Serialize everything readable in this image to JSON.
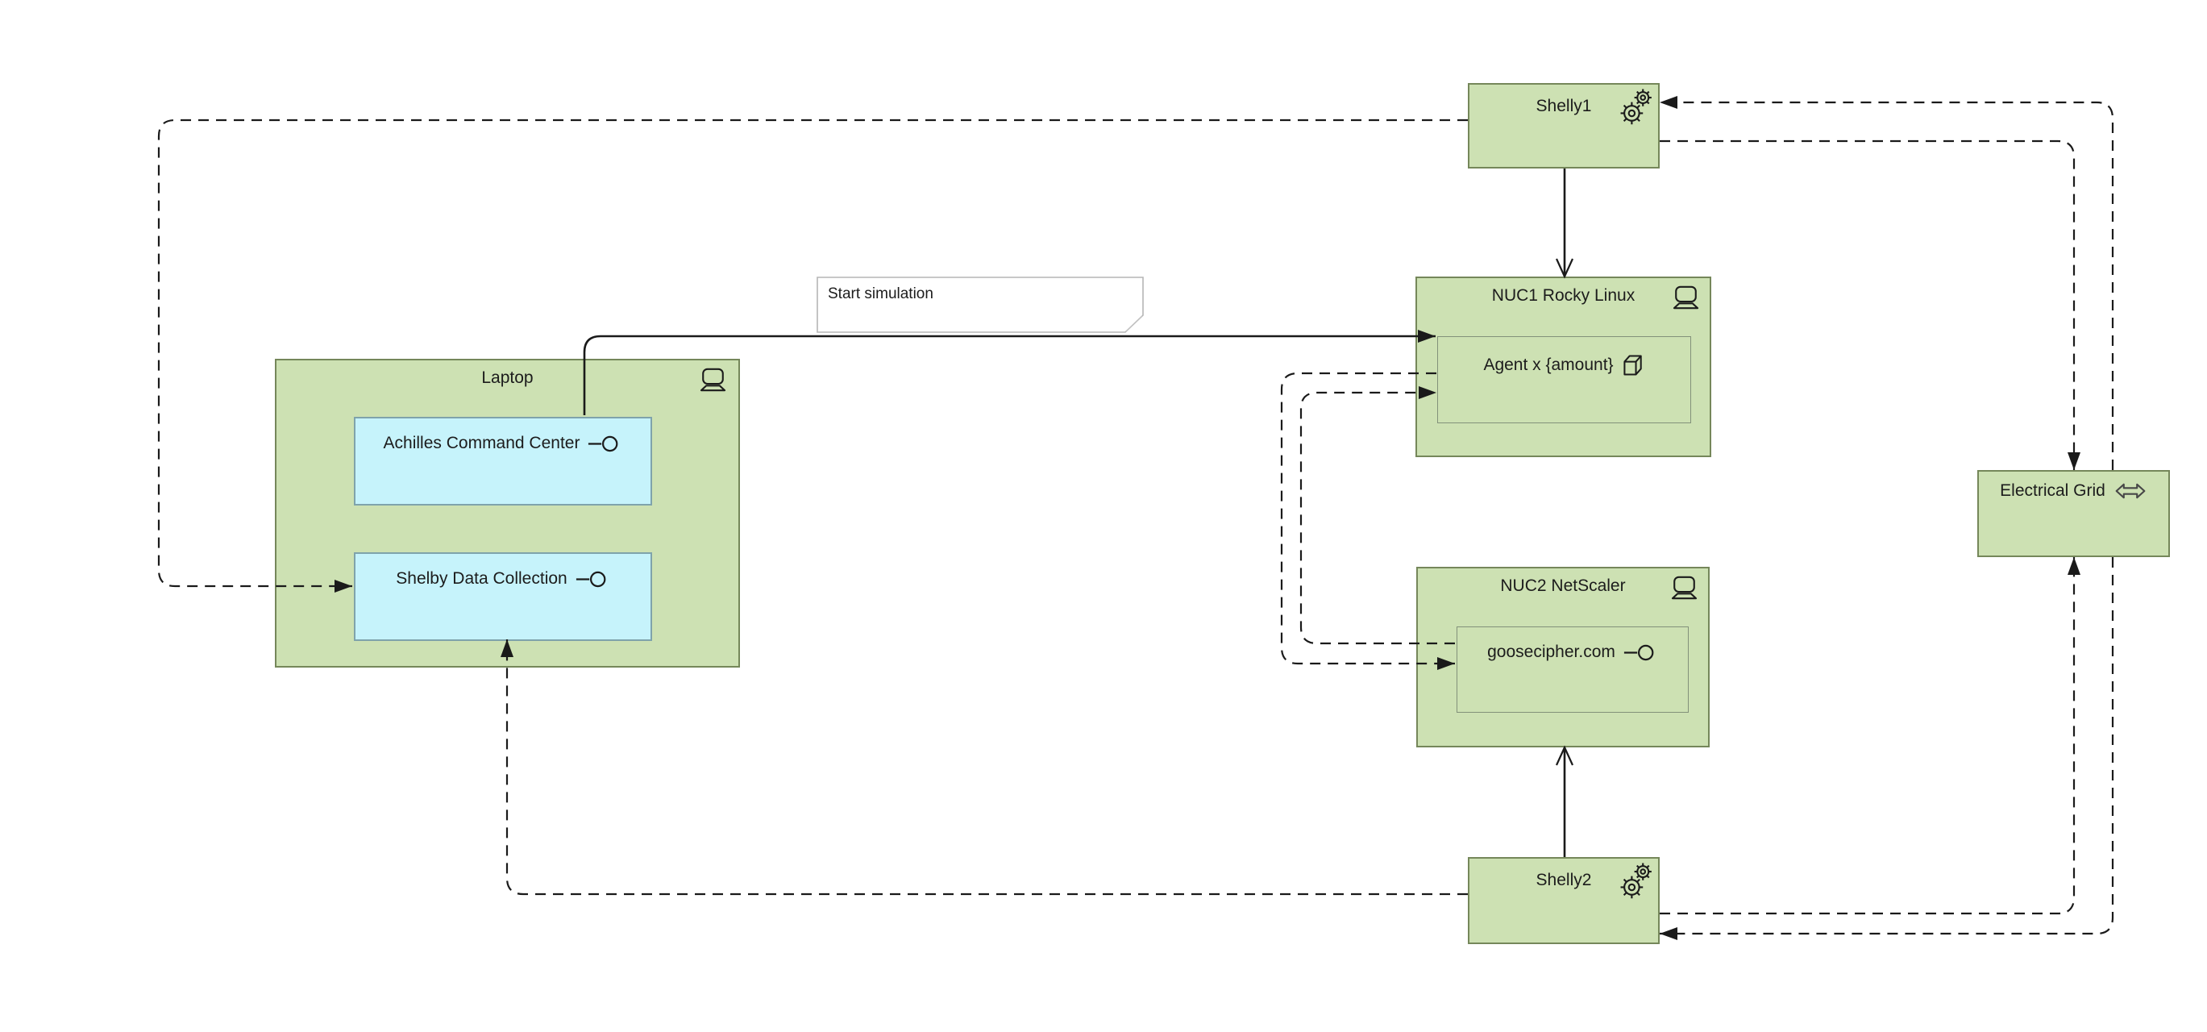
{
  "nodes": {
    "shelly1": {
      "label": "Shelly1"
    },
    "nuc1": {
      "label": "NUC1 Rocky Linux"
    },
    "agent": {
      "label": "Agent x {amount}"
    },
    "laptop": {
      "label": "Laptop"
    },
    "achilles": {
      "label": "Achilles Command Center"
    },
    "shelby": {
      "label": "Shelby Data Collection"
    },
    "nuc2": {
      "label": "NUC2 NetScaler"
    },
    "goosecipher": {
      "label": "goosecipher.com"
    },
    "electrical_grid": {
      "label": "Electrical Grid"
    },
    "shelly2": {
      "label": "Shelly2"
    }
  },
  "note": {
    "text": "Start simulation"
  },
  "colors": {
    "node_fill": "#cde1b3",
    "node_border": "#75875a",
    "inner_border": "#82917a",
    "app_fill": "#c6f3fb",
    "app_border": "#7fa3ab",
    "note_fill": "#ffffff",
    "note_border": "#b6b6b6",
    "connector": "#1a1a1a",
    "icon": "#1b1b1b",
    "network_icon": "#474747",
    "text": "#1c1c1c",
    "background": "#ffffff"
  },
  "connections": [
    {
      "from": "achilles",
      "to": "agent",
      "style": "solid",
      "arrow": "filled"
    },
    {
      "from": "shelly1",
      "to": "nuc1",
      "style": "solid",
      "arrow": "open"
    },
    {
      "from": "shelly2",
      "to": "nuc2",
      "style": "solid",
      "arrow": "open"
    },
    {
      "from": "shelly1",
      "to": "shelby",
      "style": "dashed",
      "arrow": "filled"
    },
    {
      "from": "electrical_grid",
      "to": "shelly1",
      "style": "dashed",
      "arrow": "filled"
    },
    {
      "from": "shelly1",
      "to": "electrical_grid",
      "style": "dashed",
      "arrow": "filled"
    },
    {
      "from": "shelly2",
      "to": "electrical_grid",
      "style": "dashed",
      "arrow": "filled"
    },
    {
      "from": "electrical_grid",
      "to": "shelly2",
      "style": "dashed",
      "arrow": "filled"
    },
    {
      "from": "shelly2",
      "to": "shelby",
      "style": "dashed",
      "arrow": "filled"
    },
    {
      "from": "agent",
      "to": "goosecipher",
      "style": "dashed",
      "arrow": "filled"
    },
    {
      "from": "goosecipher",
      "to": "agent",
      "style": "dashed",
      "arrow": "filled"
    }
  ]
}
